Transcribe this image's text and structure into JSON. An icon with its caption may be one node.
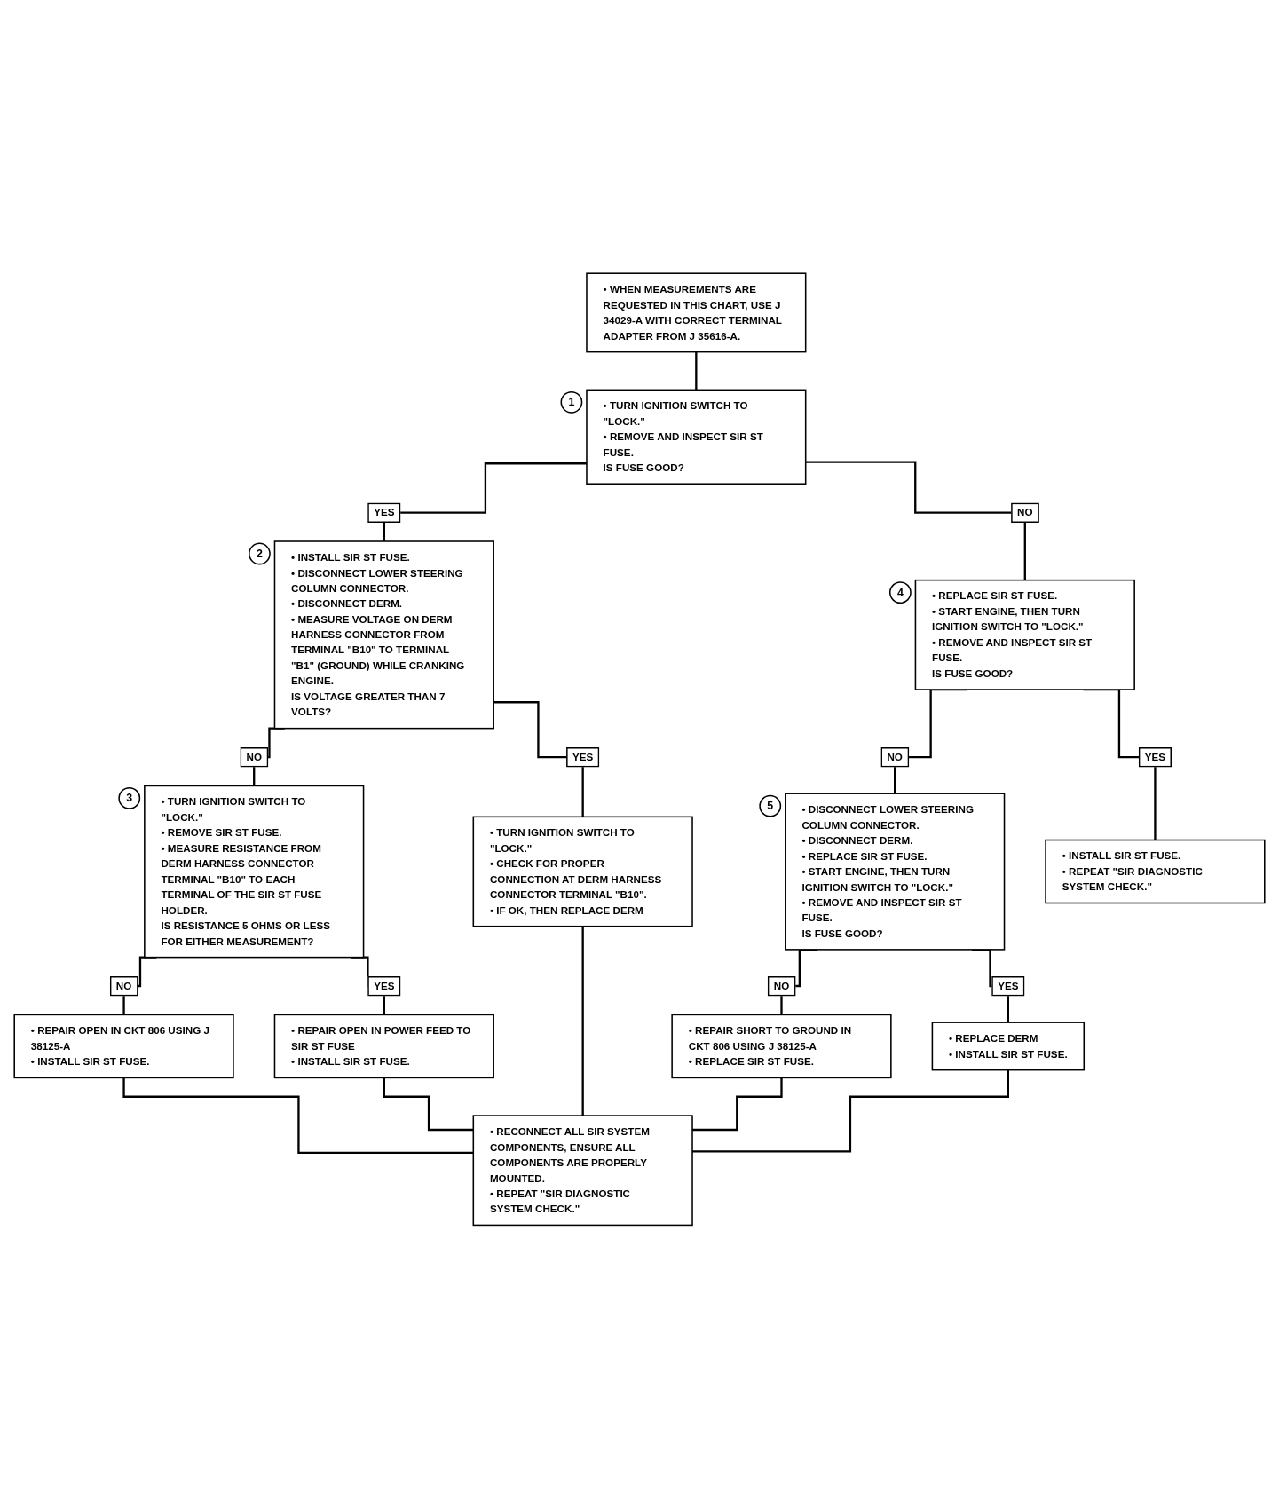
{
  "diagram": {
    "nodes": [
      {
        "text": [
          "• WHEN MEASUREMENTS ARE REQUESTED IN THIS CHART, USE J 34029-A WITH CORRECT TERMINAL ADAPTER FROM J 35616-A."
        ]
      },
      {
        "text": [
          "• TURN IGNITION SWITCH TO \"LOCK.\"",
          "• REMOVE AND INSPECT SIR ST FUSE.",
          "IS FUSE GOOD?"
        ],
        "beside": [
          "1"
        ]
      },
      {
        "text": [
          "• INSTALL SIR ST FUSE.",
          "• DISCONNECT LOWER STEERING COLUMN CONNECTOR.",
          "• DISCONNECT DERM.",
          "• MEASURE VOLTAGE ON DERM HARNESS CONNECTOR FROM TERMINAL \"B10\" TO TERMINAL \"B1\" (GROUND) WHILE CRANKING ENGINE.",
          "IS VOLTAGE GREATER THAN 7 VOLTS?"
        ],
        "beside": [
          "2"
        ]
      },
      {
        "text": [
          "• REPLACE SIR ST FUSE.",
          "• START ENGINE, THEN TURN IGNITION SWITCH TO \"LOCK.\"",
          "• REMOVE AND INSPECT SIR ST FUSE.",
          "IS FUSE GOOD?"
        ],
        "beside": [
          "4"
        ]
      },
      {
        "text": [
          "• TURN IGNITION SWITCH TO \"LOCK.\"",
          "• REMOVE SIR ST FUSE.",
          "• MEASURE RESISTANCE FROM DERM HARNESS CONNECTOR TERMINAL \"B10\" TO EACH TERMINAL OF THE SIR ST FUSE HOLDER.",
          "IS RESISTANCE 5 OHMS OR LESS FOR EITHER MEASUREMENT?"
        ],
        "beside": [
          "3"
        ]
      },
      {
        "text": [
          "• TURN IGNITION SWITCH TO \"LOCK.\"",
          "• CHECK FOR PROPER CONNECTION AT DERM HARNESS CONNECTOR TERMINAL \"B10\".",
          "• IF OK, THEN REPLACE DERM"
        ]
      },
      {
        "text": [
          "• DISCONNECT LOWER STEERING COLUMN CONNECTOR.",
          "• DISCONNECT DERM.",
          "• REPLACE SIR ST FUSE.",
          "• START ENGINE, THEN TURN IGNITION SWITCH TO \"LOCK.\"",
          "• REMOVE AND INSPECT SIR ST FUSE.",
          "IS FUSE GOOD?"
        ],
        "beside": [
          "5"
        ]
      },
      {
        "text": [
          "• INSTALL SIR ST FUSE.",
          "• REPEAT \"SIR DIAGNOSTIC SYSTEM CHECK.\""
        ]
      },
      {
        "text": [
          "• REPAIR OPEN IN CKT 806 USING J 38125-A",
          "• INSTALL SIR ST FUSE."
        ]
      },
      {
        "text": [
          "• REPAIR OPEN IN POWER FEED TO SIR ST FUSE",
          "• INSTALL SIR ST FUSE."
        ]
      },
      {
        "text": [
          "• REPAIR SHORT TO GROUND IN CKT 806 USING J 38125-A",
          "• REPLACE SIR ST FUSE."
        ]
      },
      {
        "text": [
          "• REPLACE DERM",
          "• INSTALL SIR ST FUSE."
        ]
      },
      {
        "text": [
          "• RECONNECT ALL SIR SYSTEM COMPONENTS, ENSURE ALL COMPONENTS ARE PROPERLY MOUNTED.",
          "• REPEAT \"SIR DIAGNOSTIC SYSTEM CHECK.\""
        ]
      }
    ],
    "edges": [
      {
        "from": 0,
        "to": 1,
        "arrow": "none"
      },
      {
        "from": 1,
        "to": 2,
        "arrow": "none",
        "label": "YES"
      },
      {
        "from": 1,
        "to": 3,
        "arrow": "none",
        "label": "NO"
      },
      {
        "from": 2,
        "to": 4,
        "arrow": "none",
        "label": "NO"
      },
      {
        "from": 2,
        "to": 5,
        "arrow": "none",
        "label": "YES"
      },
      {
        "from": 3,
        "to": 6,
        "arrow": "none",
        "label": "NO"
      },
      {
        "from": 3,
        "to": 7,
        "arrow": "none",
        "label": "YES"
      },
      {
        "from": 4,
        "to": 8,
        "arrow": "none",
        "label": "NO"
      },
      {
        "from": 4,
        "to": 9,
        "arrow": "none",
        "label": "YES"
      },
      {
        "from": 6,
        "to": 10,
        "arrow": "none",
        "label": "NO"
      },
      {
        "from": 6,
        "to": 11,
        "arrow": "none",
        "label": "YES"
      },
      {
        "from": 8,
        "to": 12,
        "arrow": "none"
      },
      {
        "from": 9,
        "to": 12,
        "arrow": "none"
      },
      {
        "from": 5,
        "to": 12,
        "arrow": "none"
      },
      {
        "from": 10,
        "to": 12,
        "arrow": "none"
      },
      {
        "from": 11,
        "to": 12,
        "arrow": "none"
      }
    ]
  }
}
